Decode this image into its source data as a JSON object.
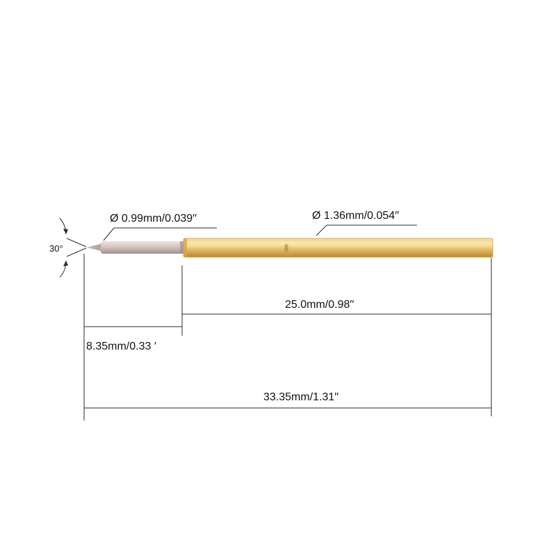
{
  "labels": {
    "angle": "30°",
    "tip_diameter": "Ø 0.99mm/0.039′′",
    "body_diameter": "Ø 1.36mm/0.054′′",
    "body_length": "25.0mm/0.98′′",
    "tip_length": "8.35mm/0.33 ′",
    "total_length": "33.35mm/1.31′′"
  },
  "colors": {
    "line": "#2a2a2a",
    "tip_silver": "#d8c8c0",
    "tip_shadow": "#a79a95",
    "body_gold": "#e1b35a",
    "body_highlight": "#f7df9a",
    "body_shadow": "#b8862d"
  }
}
